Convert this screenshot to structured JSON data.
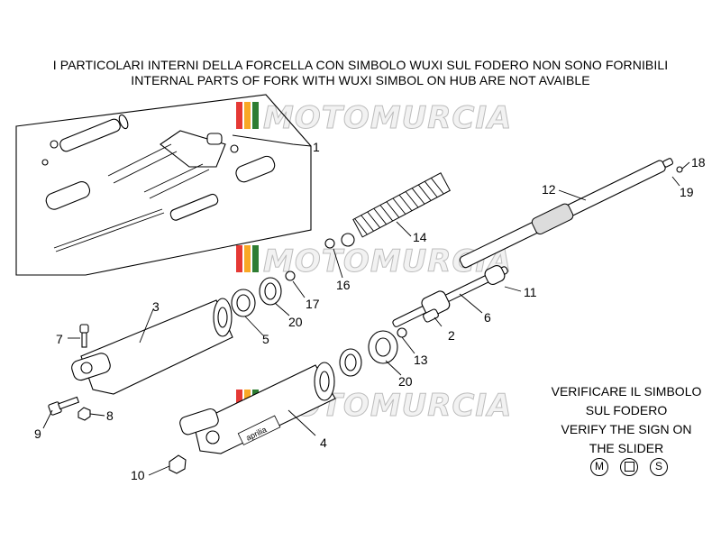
{
  "header": {
    "line_it": "I PARTICOLARI INTERNI DELLA FORCELLA CON SIMBOLO WUXI SUL FODERO NON SONO FORNIBILI",
    "line_en": "INTERNAL PARTS OF FORK WITH WUXI SIMBOL ON HUB ARE NOT AVAIBLE"
  },
  "watermark": {
    "text": "MOTOMURCIA",
    "colors": [
      "#e53935",
      "#f9a825",
      "#2e7d32"
    ]
  },
  "callouts": [
    "1",
    "2",
    "3",
    "4",
    "5",
    "6",
    "7",
    "8",
    "9",
    "10",
    "11",
    "12",
    "13",
    "14",
    "16",
    "17",
    "18",
    "19",
    "20",
    "20"
  ],
  "stamp": "aprilia",
  "note": {
    "line1": "VERIFICARE IL SIMBOLO",
    "line2": "SUL FODERO",
    "line3": "VERIFY THE SIGN ON",
    "line4": "THE SLIDER"
  },
  "symbols": [
    "M",
    "",
    "S"
  ]
}
